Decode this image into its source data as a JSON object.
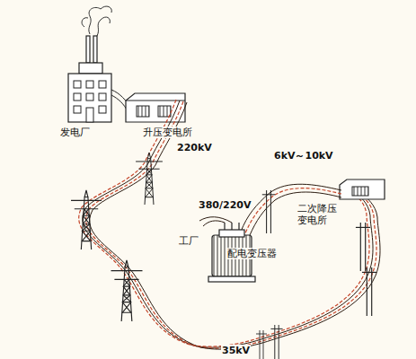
{
  "diagram": {
    "labels": [
      "发电厂",
      "升压变电所",
      "220kV",
      "6kV～10kV",
      "380/220V",
      "二次降压 变电所",
      "工厂",
      "配电变压器",
      "35kV"
    ]
  }
}
